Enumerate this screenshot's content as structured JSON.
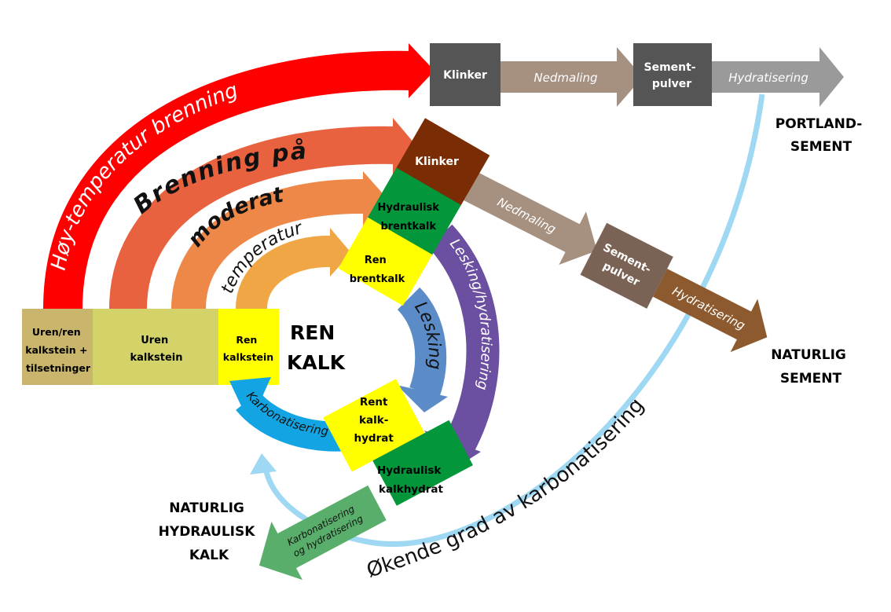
{
  "base": {
    "mixed": [
      "Uren/ren",
      "kalkstein +",
      "tilsetninger"
    ],
    "impure": [
      "Uren",
      "kalkstein"
    ],
    "pure": [
      "Ren",
      "kalkstein"
    ]
  },
  "center_title": [
    "REN",
    "KALK"
  ],
  "arcs": {
    "high_temp": "Høy-temperatur brenning",
    "moderate_1": "Brenning på",
    "moderate_2": "moderat",
    "moderate_3": "temperatur"
  },
  "portland": {
    "klinker": "Klinker",
    "grinding": "Nedmaling",
    "powder": [
      "Sement-",
      "pulver"
    ],
    "hydration": "Hydratisering",
    "label": [
      "PORTLAND-",
      "SEMENT"
    ]
  },
  "natural_cement": {
    "klinker": "Klinker",
    "grinding": "Nedmaling",
    "powder": [
      "Sement-",
      "pulver"
    ],
    "hydration": "Hydratisering",
    "label": [
      "NATURLIG",
      "SEMENT"
    ]
  },
  "lime": {
    "hydraulic_quicklime": [
      "Hydraulisk",
      "brentkalk"
    ],
    "pure_quicklime": [
      "Ren",
      "brentkalk"
    ],
    "slaking": "Lesking",
    "slaking_hydration": "Lesking/hydratisering",
    "pure_hydrate": [
      "Rent",
      "kalk-",
      "hydrat"
    ],
    "hydraulic_hydrate": [
      "Hydraulisk",
      "kalkhydrat"
    ],
    "carbonation": "Karbonatisering",
    "carb_hydration": [
      "Karbonatisering",
      "og hydratisering"
    ]
  },
  "nhl_label": [
    "NATURLIG",
    "HYDRAULISK",
    "KALK"
  ],
  "increasing": "Økende grad av karbonatisering",
  "colors": {
    "red": "#ff0000",
    "orange_red": "#e8623f",
    "orange": "#ee8848",
    "light_orange": "#f0a645",
    "klinker_grey": "#555555",
    "grinding_tan": "#a69080",
    "hydration_grey": "#9a9a9a",
    "klinker_brown": "#7a2c04",
    "green": "#03963a",
    "yellow": "#ffff00",
    "powder_brown": "#7a6254",
    "hydration_brown": "#8c5a2e",
    "blue": "#5b8cc8",
    "purple": "#6b4fa0",
    "cyan": "#13a5e3",
    "light_green": "#58ae6a",
    "sky": "#9fd8f2",
    "base_tan": "#c9b66c",
    "base_olive": "#d3d36a"
  }
}
